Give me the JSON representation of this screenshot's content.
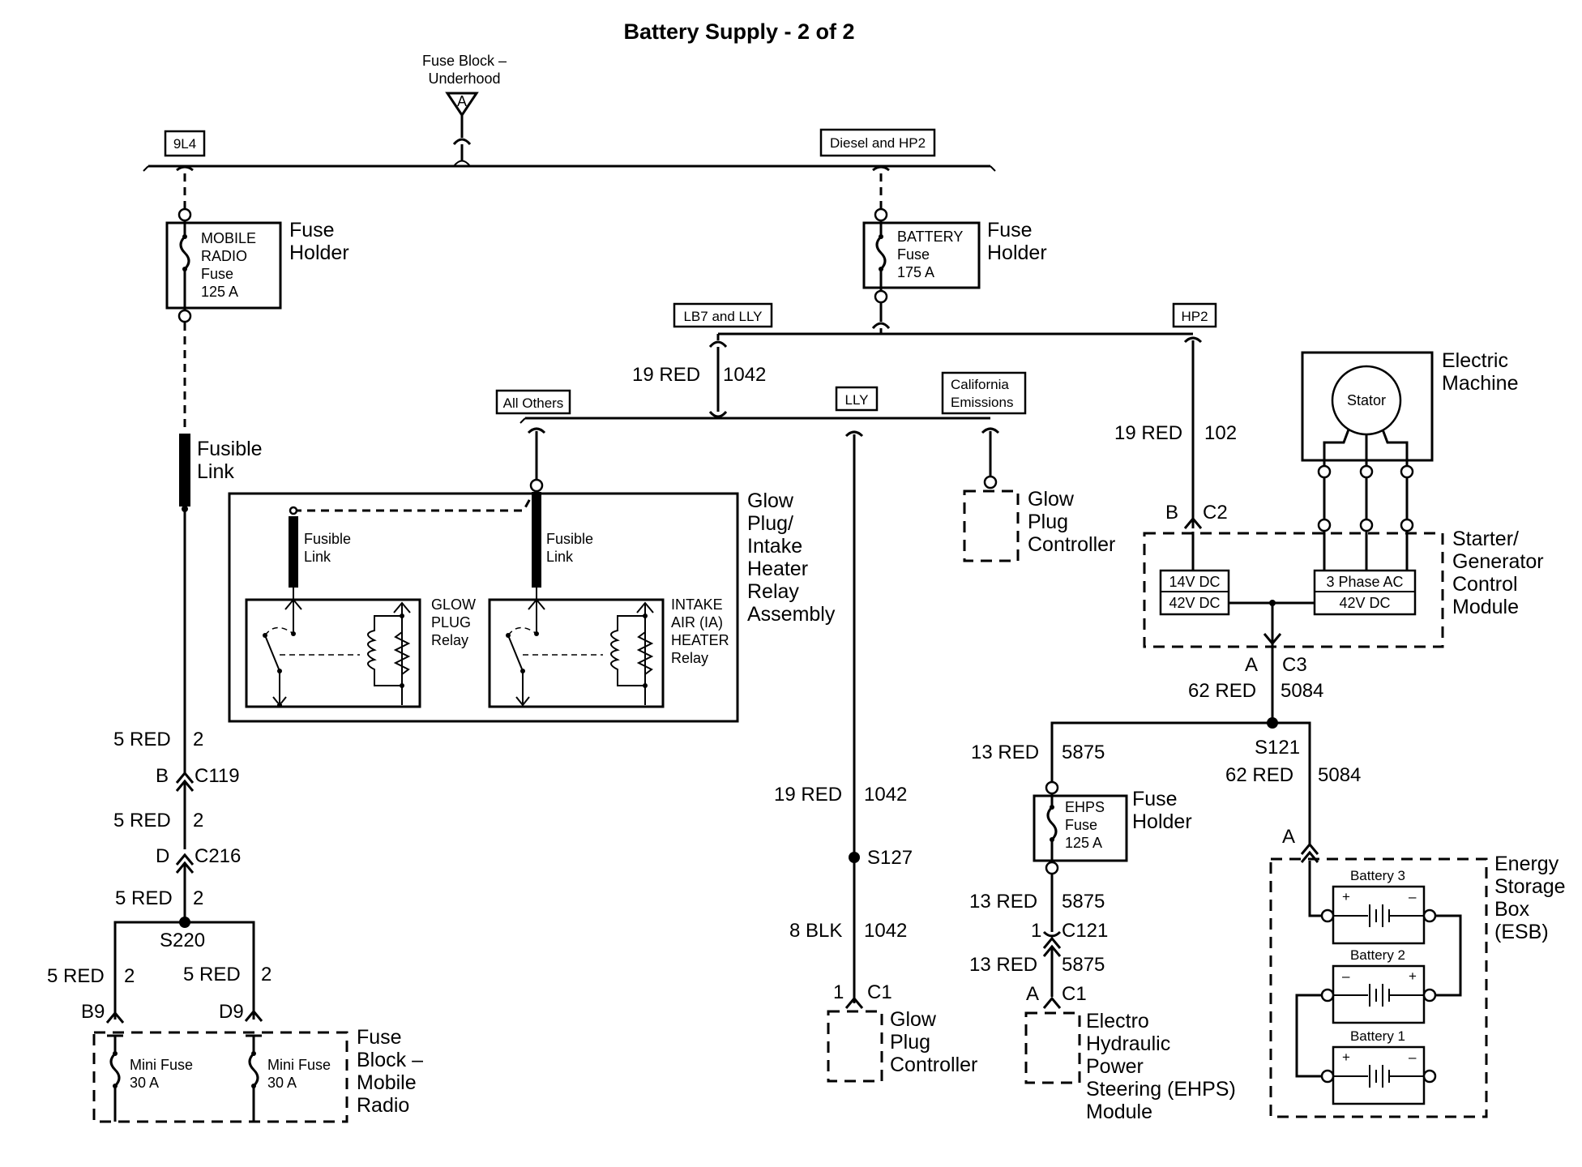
{
  "title": "Battery Supply - 2 of 2",
  "fuse_block_underhood": {
    "line1": "Fuse Block –",
    "line2": "Underhood",
    "symbol": "A"
  },
  "options": {
    "opt_9l4": "9L4",
    "diesel_hp2": "Diesel and HP2",
    "lb7_lly": "LB7 and LLY",
    "hp2": "HP2",
    "all_others": "All Others",
    "lly": "LLY",
    "california_line1": "California",
    "california_line2": "Emissions"
  },
  "mobile_radio_fuse": {
    "l1": "MOBILE",
    "l2": "RADIO",
    "l3": "Fuse",
    "l4": "125 A",
    "holder1": "Fuse",
    "holder2": "Holder"
  },
  "battery_fuse": {
    "l1": "BATTERY",
    "l2": "Fuse",
    "l3": "175 A",
    "holder1": "Fuse",
    "holder2": "Holder"
  },
  "ehps_fuse": {
    "l1": "EHPS",
    "l2": "Fuse",
    "l3": "125 A",
    "holder1": "Fuse",
    "holder2": "Holder"
  },
  "fusible_link_main": {
    "l1": "Fusible",
    "l2": "Link"
  },
  "fusible_link_small": {
    "l1": "Fusible",
    "l2": "Link"
  },
  "glow_relay_assembly": {
    "l1": "Glow",
    "l2": "Plug/",
    "l3": "Intake",
    "l4": "Heater",
    "l5": "Relay",
    "l6": "Assembly",
    "glow_relay_1": "GLOW",
    "glow_relay_2": "PLUG",
    "glow_relay_3": "Relay",
    "ia_relay_1": "INTAKE",
    "ia_relay_2": "AIR (IA)",
    "ia_relay_3": "HEATER",
    "ia_relay_4": "Relay"
  },
  "glow_plug_controller": {
    "l1": "Glow",
    "l2": "Plug",
    "l3": "Controller"
  },
  "electric_machine": {
    "l1": "Electric",
    "l2": "Machine",
    "stator": "Stator"
  },
  "starter_generator": {
    "l1": "Starter/",
    "l2": "Generator",
    "l3": "Control",
    "l4": "Module",
    "dc_top": "14V DC",
    "dc_bot": "42V DC",
    "ac_top": "3 Phase AC",
    "ac_bot": "42V DC"
  },
  "esb": {
    "l1": "Energy",
    "l2": "Storage",
    "l3": "Box",
    "l4": "(ESB)",
    "b1": "Battery 1",
    "b2": "Battery 2",
    "b3": "Battery 3",
    "plus": "+",
    "minus": "–"
  },
  "ehps_module": {
    "l1": "Electro",
    "l2": "Hydraulic",
    "l3": "Power",
    "l4": "Steering (EHPS)",
    "l5": "Module"
  },
  "mobile_radio_block": {
    "l1": "Fuse",
    "l2": "Block –",
    "l3": "Mobile",
    "l4": "Radio",
    "mini1_a": "Mini Fuse",
    "mini1_b": "30 A",
    "mini2_a": "Mini Fuse",
    "mini2_b": "30 A"
  },
  "wires": {
    "w19red": "19 RED",
    "c1042": "1042",
    "c102": "102",
    "w5red": "5 RED",
    "c2": "2",
    "w62red": "62 RED",
    "c5084": "5084",
    "w13red": "13 RED",
    "c5875": "5875",
    "w8blk": "8 BLK"
  },
  "connectors": {
    "b": "B",
    "c2": "C2",
    "a": "A",
    "c3": "C3",
    "s121": "S121",
    "c119": "C119",
    "d": "D",
    "c216": "C216",
    "s220": "S220",
    "b9": "B9",
    "d9": "D9",
    "s127": "S127",
    "one": "1",
    "c1": "C1",
    "c121": "C121"
  }
}
